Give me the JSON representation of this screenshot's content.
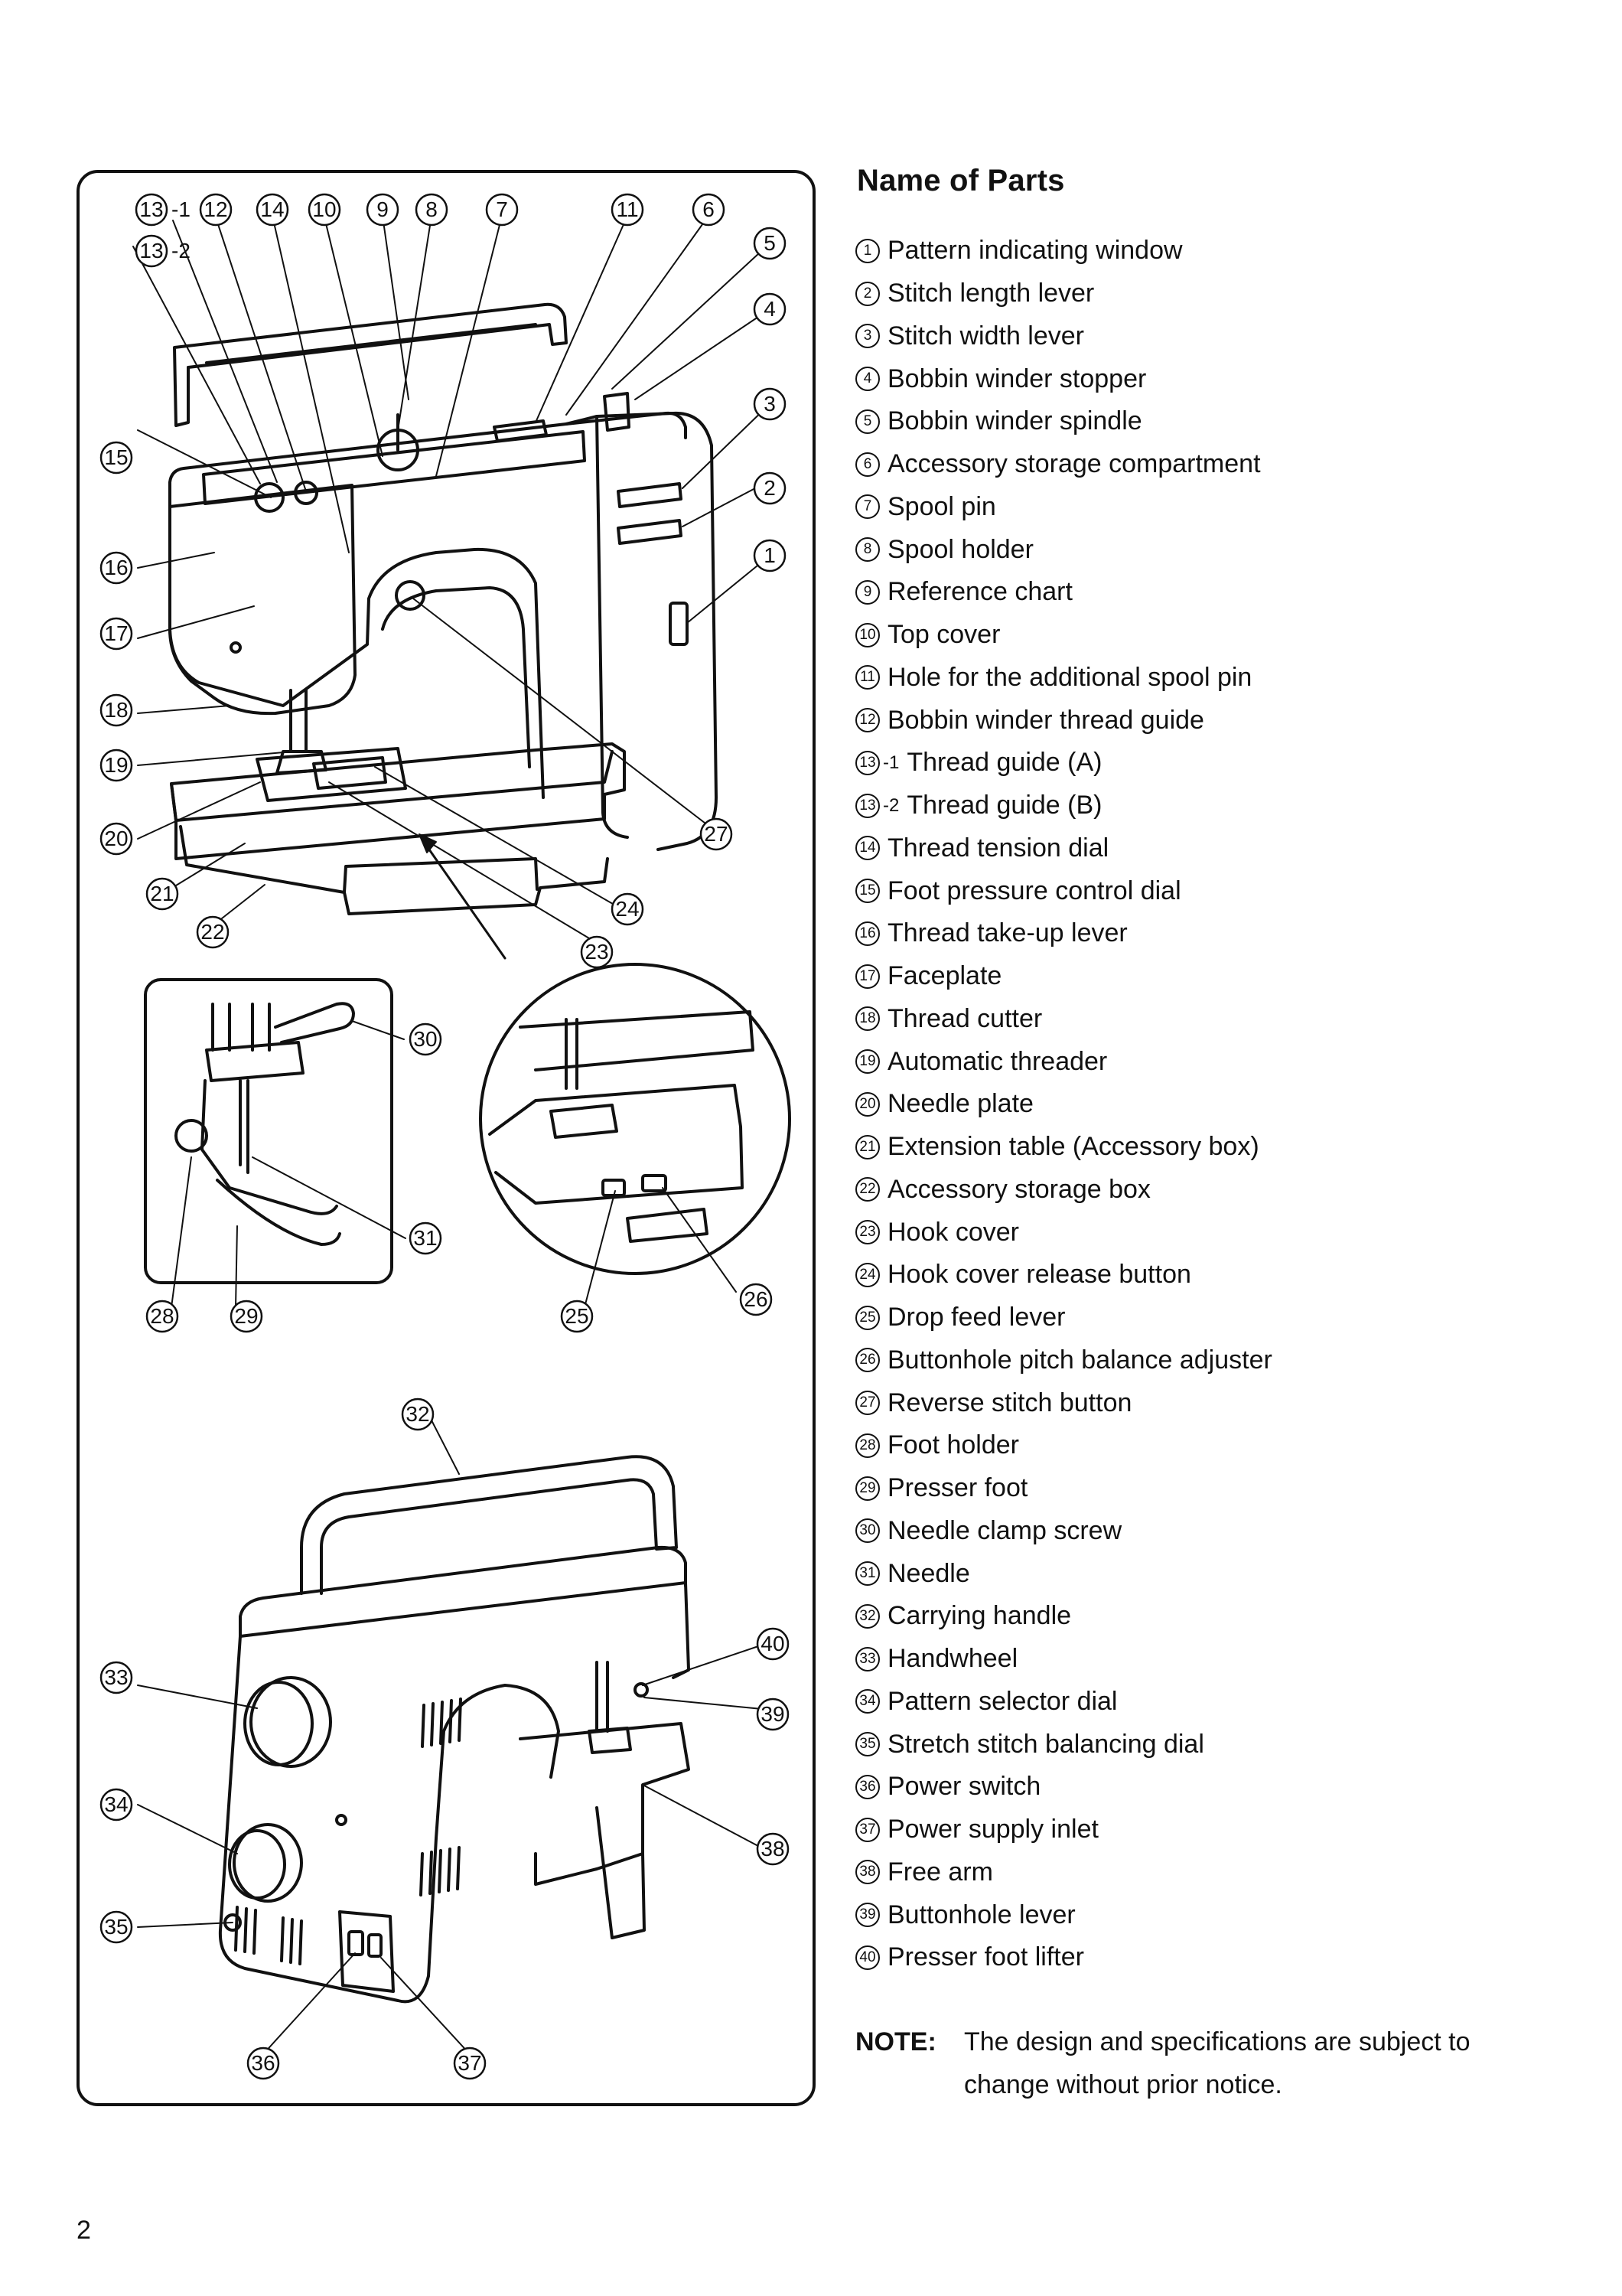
{
  "page": {
    "number": "2"
  },
  "section_title": "Name of Parts",
  "parts": [
    {
      "num": "1",
      "suffix": "",
      "label": "Pattern indicating window"
    },
    {
      "num": "2",
      "suffix": "",
      "label": "Stitch length lever"
    },
    {
      "num": "3",
      "suffix": "",
      "label": "Stitch width lever"
    },
    {
      "num": "4",
      "suffix": "",
      "label": "Bobbin winder stopper"
    },
    {
      "num": "5",
      "suffix": "",
      "label": "Bobbin winder spindle"
    },
    {
      "num": "6",
      "suffix": "",
      "label": "Accessory storage compartment"
    },
    {
      "num": "7",
      "suffix": "",
      "label": "Spool pin"
    },
    {
      "num": "8",
      "suffix": "",
      "label": "Spool holder"
    },
    {
      "num": "9",
      "suffix": "",
      "label": "Reference chart"
    },
    {
      "num": "10",
      "suffix": "",
      "label": "Top cover"
    },
    {
      "num": "11",
      "suffix": "",
      "label": "Hole for the additional spool pin"
    },
    {
      "num": "12",
      "suffix": "",
      "label": "Bobbin winder thread guide"
    },
    {
      "num": "13",
      "suffix": "-1",
      "label": "Thread guide (A)"
    },
    {
      "num": "13",
      "suffix": "-2",
      "label": "Thread guide (B)"
    },
    {
      "num": "14",
      "suffix": "",
      "label": "Thread tension dial"
    },
    {
      "num": "15",
      "suffix": "",
      "label": "Foot pressure control dial"
    },
    {
      "num": "16",
      "suffix": "",
      "label": "Thread take-up lever"
    },
    {
      "num": "17",
      "suffix": "",
      "label": "Faceplate"
    },
    {
      "num": "18",
      "suffix": "",
      "label": "Thread cutter"
    },
    {
      "num": "19",
      "suffix": "",
      "label": "Automatic threader"
    },
    {
      "num": "20",
      "suffix": "",
      "label": "Needle plate"
    },
    {
      "num": "21",
      "suffix": "",
      "label": "Extension table (Accessory box)"
    },
    {
      "num": "22",
      "suffix": "",
      "label": "Accessory storage box"
    },
    {
      "num": "23",
      "suffix": "",
      "label": "Hook cover"
    },
    {
      "num": "24",
      "suffix": "",
      "label": "Hook cover release button"
    },
    {
      "num": "25",
      "suffix": "",
      "label": "Drop feed lever"
    },
    {
      "num": "26",
      "suffix": "",
      "label": "Buttonhole pitch balance adjuster"
    },
    {
      "num": "27",
      "suffix": "",
      "label": "Reverse stitch button"
    },
    {
      "num": "28",
      "suffix": "",
      "label": "Foot holder"
    },
    {
      "num": "29",
      "suffix": "",
      "label": "Presser foot"
    },
    {
      "num": "30",
      "suffix": "",
      "label": "Needle clamp screw"
    },
    {
      "num": "31",
      "suffix": "",
      "label": "Needle"
    },
    {
      "num": "32",
      "suffix": "",
      "label": "Carrying handle"
    },
    {
      "num": "33",
      "suffix": "",
      "label": "Handwheel"
    },
    {
      "num": "34",
      "suffix": "",
      "label": "Pattern selector dial"
    },
    {
      "num": "35",
      "suffix": "",
      "label": "Stretch stitch balancing dial"
    },
    {
      "num": "36",
      "suffix": "",
      "label": "Power switch"
    },
    {
      "num": "37",
      "suffix": "",
      "label": "Power supply inlet"
    },
    {
      "num": "38",
      "suffix": "",
      "label": "Free arm"
    },
    {
      "num": "39",
      "suffix": "",
      "label": "Buttonhole lever"
    },
    {
      "num": "40",
      "suffix": "",
      "label": "Presser foot lifter"
    }
  ],
  "note": {
    "label": "NOTE:",
    "text": "The design and specifications are subject to change without prior notice."
  },
  "diagram_callouts": [
    "13",
    "-1",
    "13",
    "-2",
    "12",
    "14",
    "10",
    "9",
    "8",
    "7",
    "11",
    "6",
    "5",
    "4",
    "3",
    "2",
    "1",
    "15",
    "16",
    "17",
    "18",
    "19",
    "20",
    "21",
    "22",
    "23",
    "24",
    "27",
    "30",
    "31",
    "28",
    "29",
    "25",
    "26",
    "32",
    "33",
    "34",
    "35",
    "36",
    "37",
    "38",
    "39",
    "40"
  ]
}
